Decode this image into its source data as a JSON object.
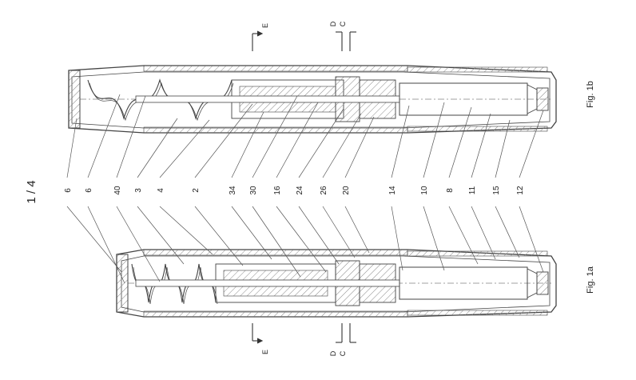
{
  "sheet_label": "1 / 4",
  "figure_a": {
    "caption": "Fig. 1a"
  },
  "figure_b": {
    "caption": "Fig. 1b"
  },
  "reference_numerals": [
    "6",
    "6",
    "40",
    "3",
    "4",
    "2",
    "34",
    "30",
    "16",
    "24",
    "26",
    "20",
    "14",
    "10",
    "8",
    "11",
    "15",
    "12"
  ],
  "section_markers": [
    "E",
    "D",
    "C"
  ],
  "colors": {
    "line": "#444444",
    "hatch": "#8a8a8a",
    "paper": "#ffffff"
  }
}
